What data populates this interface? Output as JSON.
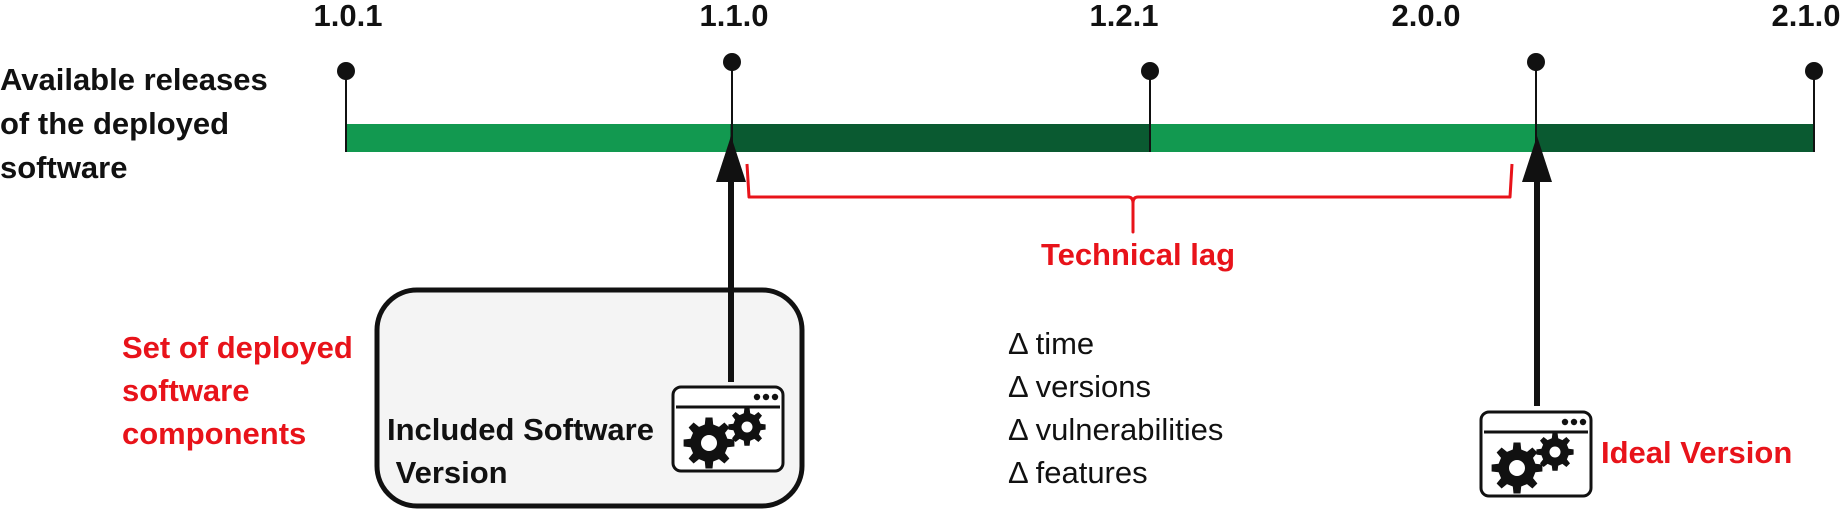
{
  "releases": {
    "title_lines": [
      "Available releases",
      "of the deployed",
      "software"
    ],
    "versions": [
      "1.0.1",
      "1.1.0",
      "1.2.1",
      "2.0.0",
      "2.1.0"
    ],
    "colors": {
      "light_segment": "#129950",
      "dark_segment": "#0a5a31"
    }
  },
  "lag": {
    "label": "Technical lag",
    "color": "#e8131a"
  },
  "deployed": {
    "set_label_lines": [
      "Set of deployed",
      "software",
      "components"
    ],
    "included_lines": [
      "Included Software",
      " Version"
    ],
    "icon": "gears-window-icon"
  },
  "ideal": {
    "label": "Ideal Version",
    "icon": "gears-window-icon"
  },
  "deltas": [
    "Δ time",
    "Δ versions",
    "Δ vulnerabilities",
    "Δ features"
  ]
}
